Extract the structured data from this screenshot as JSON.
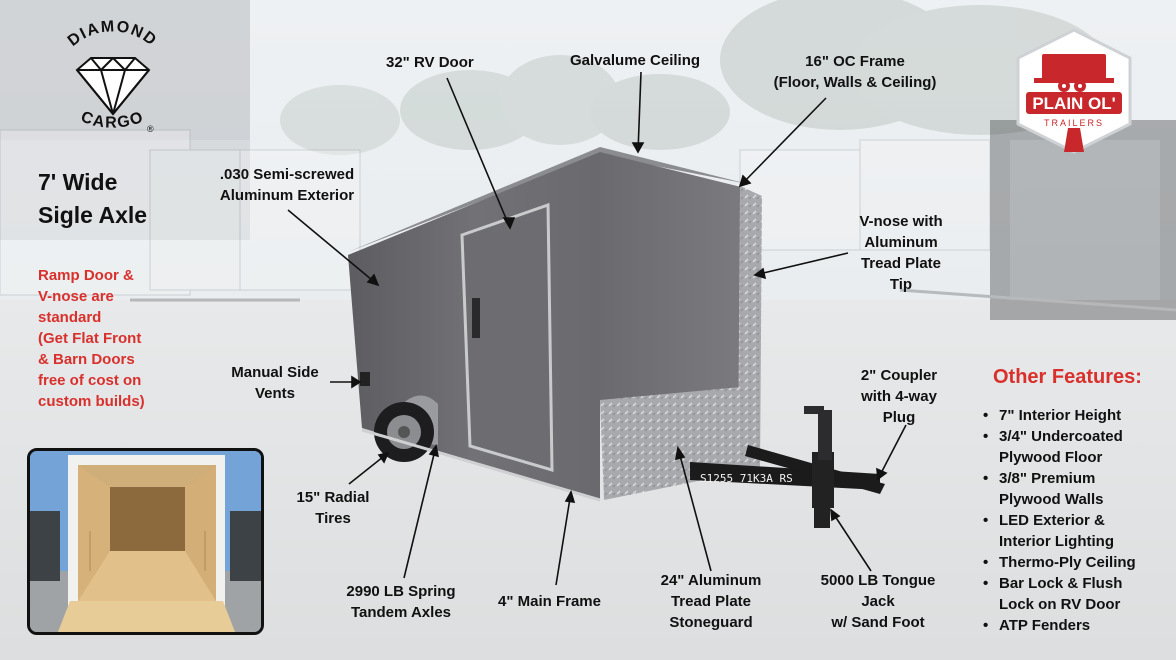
{
  "brand": {
    "logo_left_text_top": "DIAMOND",
    "logo_left_text_bottom": "CARGO",
    "logo_left_mark": "®",
    "logo_right_text": "PLAIN OL'",
    "logo_right_subtext": "TRAILERS"
  },
  "heading": {
    "line1": "7' Wide",
    "line2": "Sigle Axle"
  },
  "note": {
    "lines": [
      "Ramp Door &",
      "V-nose are",
      "standard",
      "(Get Flat Front",
      "& Barn Doors",
      "free of cost on",
      "custom builds)"
    ]
  },
  "callouts": {
    "rv_door": "32\" RV Door",
    "ceiling": "Galvalume Ceiling",
    "frame_l1": "16\" OC Frame",
    "frame_l2": "(Floor, Walls & Ceiling)",
    "exterior_l1": ".030 Semi-screwed",
    "exterior_l2": "Aluminum Exterior",
    "vnose_l1": "V-nose with",
    "vnose_l2": "Aluminum",
    "vnose_l3": "Tread Plate",
    "vnose_l4": "Tip",
    "vents_l1": "Manual Side",
    "vents_l2": "Vents",
    "coupler_l1": "2\" Coupler",
    "coupler_l2": "with 4-way",
    "coupler_l3": "Plug",
    "tires_l1": "15\" Radial",
    "tires_l2": "Tires",
    "axles_l1": "2990 LB Spring",
    "axles_l2": "Tandem Axles",
    "main_frame": "4\" Main Frame",
    "stoneguard_l1": "24\" Aluminum",
    "stoneguard_l2": "Tread Plate",
    "stoneguard_l3": "Stoneguard",
    "jack_l1": "5000 LB Tongue",
    "jack_l2": "Jack",
    "jack_l3": "w/ Sand Foot"
  },
  "other_features": {
    "title": "Other Features:",
    "items": [
      [
        "7\" Interior Height"
      ],
      [
        "3/4\" Undercoated",
        "Plywood Floor"
      ],
      [
        "3/8\" Premium",
        "Plywood Walls"
      ],
      [
        "LED Exterior &",
        "Interior Lighting"
      ],
      [
        "Thermo-Ply Ceiling"
      ],
      [
        "Bar Lock & Flush",
        "Lock on RV Door"
      ],
      [
        "ATP Fenders"
      ]
    ]
  },
  "tongue_marking": "S1255 71K3A RS",
  "colors": {
    "accent_red": "#d9302c",
    "trailer_gray": "#6f6f73",
    "sky": "#dfe6ea"
  }
}
